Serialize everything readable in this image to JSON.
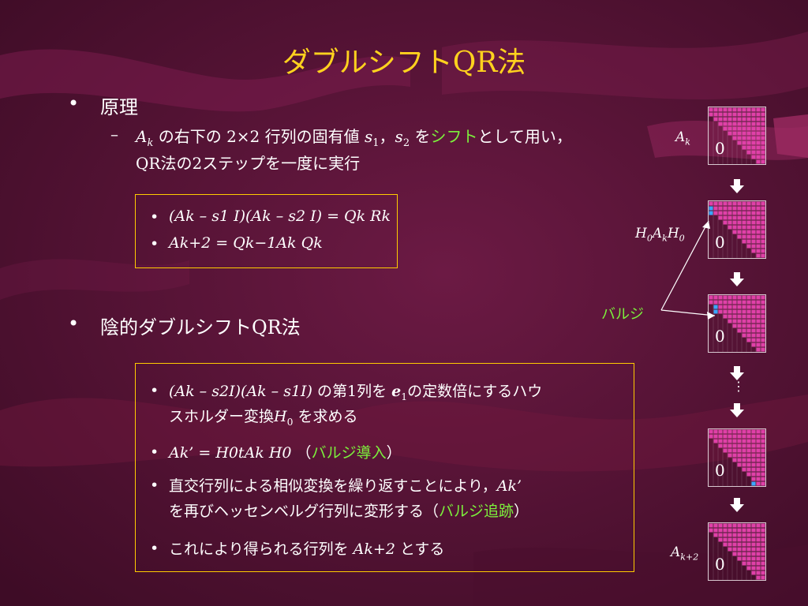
{
  "slide": {
    "title": "ダブルシフトQR法",
    "bullet1": {
      "marker": "•",
      "heading": "原理",
      "sub_marker": "–",
      "sub_line1": {
        "A": "A",
        "k": "k",
        "t1": " の右下の ",
        "m1": "2×2",
        "t2": " 行列の固有値 ",
        "s": "s",
        "s1sub": "1",
        "comma": "，",
        "s2": "s",
        "s2sub": "2",
        "t3": " を",
        "shift": "シフト",
        "t4": "として用い，"
      },
      "sub_line2": "QR法の2ステップを一度に実行"
    },
    "box1": {
      "line1": "(Ak – s1 I)(Ak – s2 I) = Qk Rk",
      "line2": "Ak+2 = Qk−1Ak Qk"
    },
    "bullet2": {
      "marker": "•",
      "heading": "陰的ダブルシフトQR法"
    },
    "box2": {
      "item1_line1_pre": "(Ak – s2I)(Ak – s1I)",
      "item1_line1_post": " の第1列を ",
      "item1_e": "e",
      "item1_e_sub": "1",
      "item1_line1_tail": "の定数倍にするハウ",
      "item1_line2_pre": "スホルダー変換",
      "item1_H": "H",
      "item1_H_sub": "0",
      "item1_line2_post": " を求める",
      "item2_math": "Ak’ = H0tAk H0",
      "item2_open": "（",
      "item2_green": "バルジ導入",
      "item2_close": "）",
      "item3_line1_pre": "直交行列による相似変換を繰り返すことにより，",
      "item3_line1_math": "Ak’",
      "item3_line2_pre": "を再びヘッセンベルグ行列に変形する（",
      "item3_green": "バルジ追跡",
      "item3_close": "）",
      "item4_pre": "これにより得られる行列を ",
      "item4_math": "Ak+2",
      "item4_post": " とする"
    },
    "diagram": {
      "label_Ak": "Ak",
      "label_H0AkH0": "H0AkH0",
      "label_bulge": "バルジ",
      "label_Ak2": "Ak+2",
      "zero": "0",
      "ellipsis": "⋮"
    }
  },
  "colors": {
    "title": "#ffd21e",
    "accent_green": "#7cf03c",
    "box_border": "#ffcc00",
    "matrix_fill": "#e040a8",
    "bulge": "#3aa6ff"
  }
}
